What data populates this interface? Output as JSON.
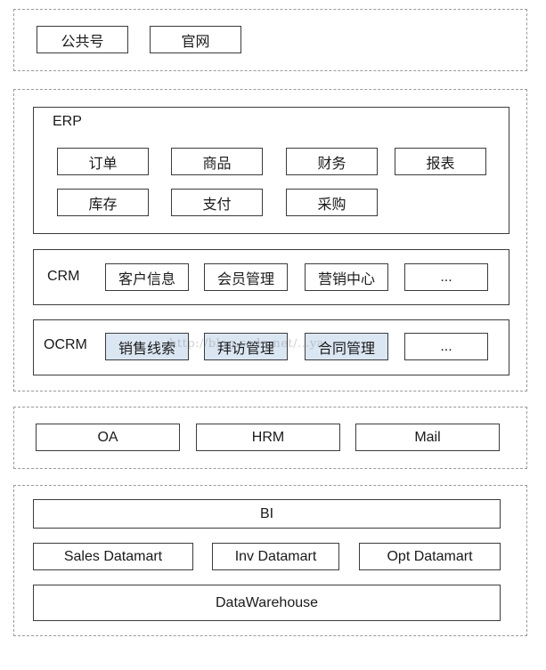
{
  "layer_top": {
    "items": [
      "公共号",
      "官网"
    ]
  },
  "erp": {
    "label": "ERP",
    "items": [
      "订单",
      "商品",
      "财务",
      "报表",
      "库存",
      "支付",
      "采购"
    ]
  },
  "crm": {
    "label": "CRM",
    "items": [
      "客户信息",
      "会员管理",
      "营销中心",
      "..."
    ]
  },
  "ocrm": {
    "label": "OCRM",
    "items": [
      "销售线索",
      "拜访管理",
      "合同管理",
      "..."
    ]
  },
  "office": {
    "items": [
      "OA",
      "HRM",
      "Mail"
    ]
  },
  "bi": {
    "title": "BI",
    "datamarts": [
      "Sales Datamart",
      "Inv Datamart",
      "Opt Datamart"
    ],
    "warehouse": "DataWarehouse"
  },
  "colors": {
    "highlight": "#dbe6f3",
    "border": "#3c3c3c",
    "dashed": "#9a9a9a"
  }
}
